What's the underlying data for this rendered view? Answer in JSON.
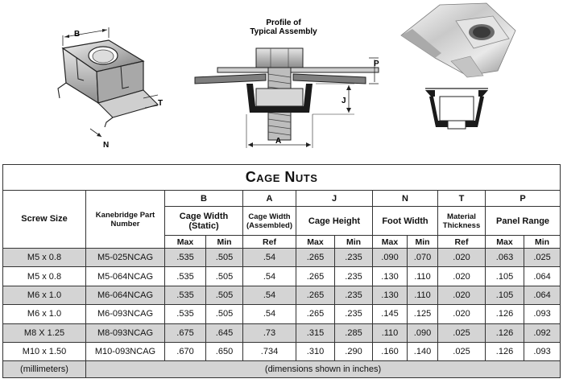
{
  "illustrations": {
    "profile_title_line1": "Profile of",
    "profile_title_line2": "Typical Assembly",
    "dim_labels": {
      "b": "B",
      "t": "T",
      "n": "N",
      "p": "P",
      "j": "J",
      "a": "A"
    }
  },
  "table": {
    "title": "Cage Nuts",
    "headers": {
      "screw_size": "Screw Size",
      "part_number": "Kanebridge Part Number",
      "groups": [
        {
          "letter": "B",
          "label": "Cage Width (Static)",
          "sub": [
            "Max",
            "Min"
          ]
        },
        {
          "letter": "A",
          "label": "Cage Width (Assembled)",
          "sub": [
            "Ref"
          ]
        },
        {
          "letter": "J",
          "label": "Cage Height",
          "sub": [
            "Max",
            "Min"
          ]
        },
        {
          "letter": "N",
          "label": "Foot Width",
          "sub": [
            "Max",
            "Min"
          ]
        },
        {
          "letter": "T",
          "label": "Material Thickness",
          "sub": [
            "Ref"
          ]
        },
        {
          "letter": "P",
          "label": "Panel Range",
          "sub": [
            "Max",
            "Min"
          ]
        }
      ]
    },
    "rows": [
      [
        "M5 x 0.8",
        "M5-025NCAG",
        ".535",
        ".505",
        ".54",
        ".265",
        ".235",
        ".090",
        ".070",
        ".020",
        ".063",
        ".025"
      ],
      [
        "M5 x 0.8",
        "M5-064NCAG",
        ".535",
        ".505",
        ".54",
        ".265",
        ".235",
        ".130",
        ".110",
        ".020",
        ".105",
        ".064"
      ],
      [
        "M6 x 1.0",
        "M6-064NCAG",
        ".535",
        ".505",
        ".54",
        ".265",
        ".235",
        ".130",
        ".110",
        ".020",
        ".105",
        ".064"
      ],
      [
        "M6 x 1.0",
        "M6-093NCAG",
        ".535",
        ".505",
        ".54",
        ".265",
        ".235",
        ".145",
        ".125",
        ".020",
        ".126",
        ".093"
      ],
      [
        "M8 X 1.25",
        "M8-093NCAG",
        ".675",
        ".645",
        ".73",
        ".315",
        ".285",
        ".110",
        ".090",
        ".025",
        ".126",
        ".092"
      ],
      [
        "M10 x 1.50",
        "M10-093NCAG",
        ".670",
        ".650",
        ".734",
        ".310",
        ".290",
        ".160",
        ".140",
        ".025",
        ".126",
        ".093"
      ]
    ],
    "footer": {
      "units_left": "(millimeters)",
      "units_right": "(dimensions shown in inches)"
    }
  }
}
